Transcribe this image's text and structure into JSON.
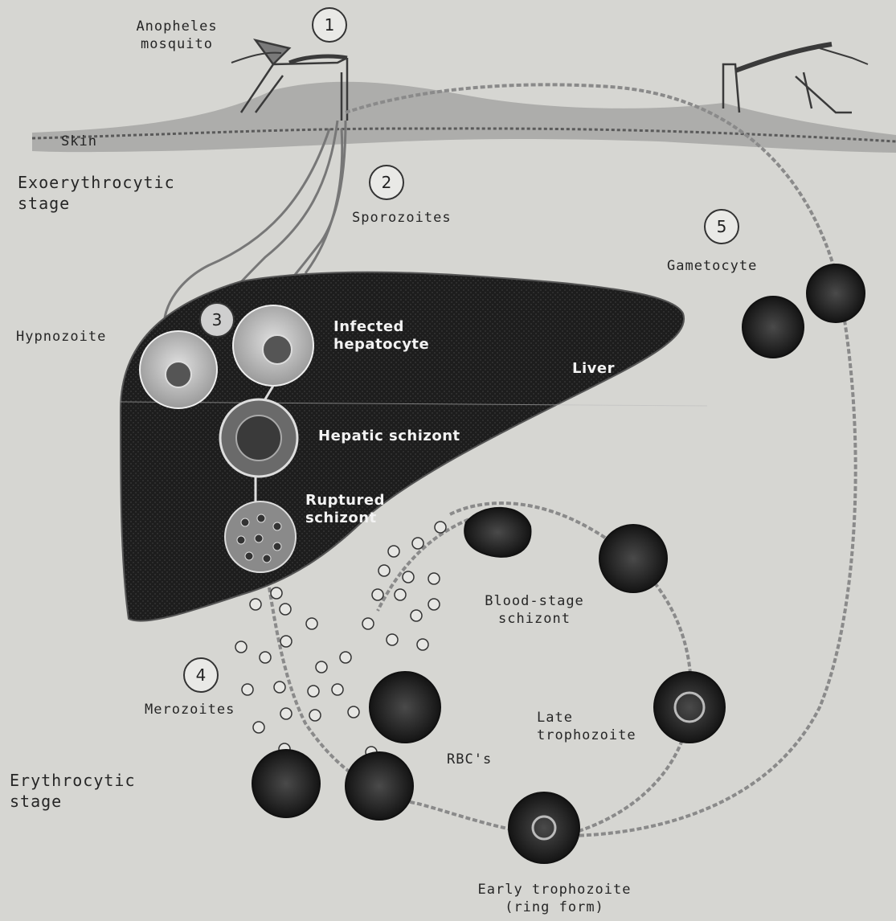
{
  "labels": {
    "anopheles": [
      "Anopheles",
      "mosquito"
    ],
    "skin": "Skin",
    "exoerythrocytic": [
      "Exoerythrocytic",
      "stage"
    ],
    "sporozoites": "Sporozoites",
    "hypnozoite": "Hypnozoite",
    "infected_hepatocyte": [
      "Infected",
      "hepatocyte"
    ],
    "liver": "Liver",
    "hepatic_schizont": "Hepatic schizont",
    "ruptured_schizont": [
      "Ruptured",
      "schizont"
    ],
    "gametocyte": "Gametocyte",
    "blood_stage_schizont": [
      "Blood-stage",
      "schizont"
    ],
    "merozoites": "Merozoites",
    "late_trophozoite": [
      "Late",
      "trophozoite"
    ],
    "rbcs": "RBC's",
    "erythrocytic": [
      "Erythrocytic",
      "stage"
    ],
    "early_trophozoite": [
      "Early trophozoite",
      "(ring form)"
    ]
  },
  "steps": [
    "1",
    "2",
    "3",
    "4",
    "5"
  ],
  "colors": {
    "background": "#d6d6d2",
    "liver": "#1c1c1c",
    "cell_dark": "#262626",
    "cell_light": "#c9c9c9",
    "skin": "#6a6a6a",
    "path": "#8a8a8a"
  }
}
